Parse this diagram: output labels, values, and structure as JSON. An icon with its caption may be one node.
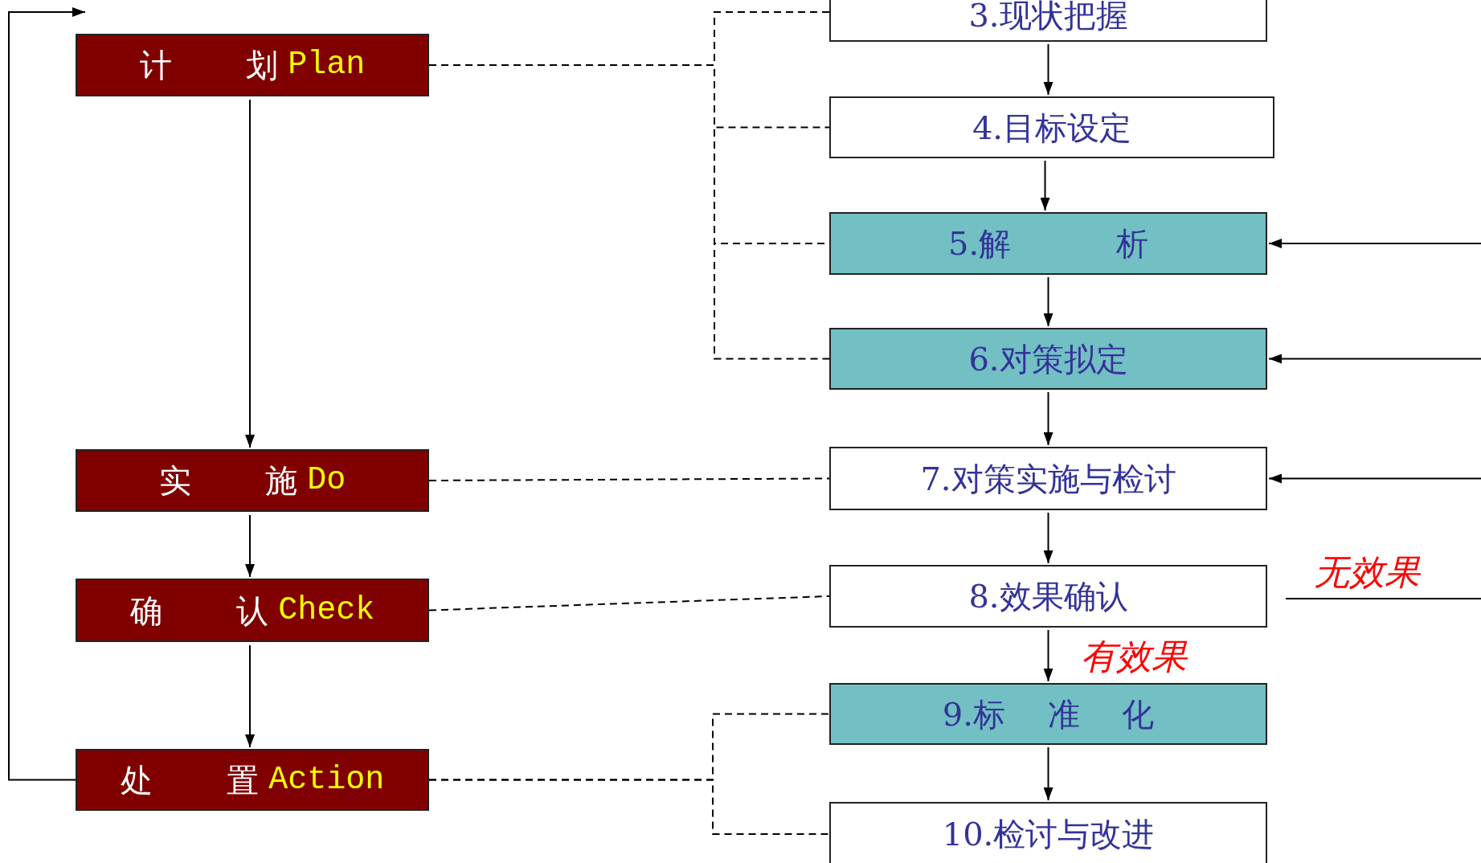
{
  "diagram": {
    "nodes": [
      {
        "text": [
          "计 划",
          "Plan"
        ]
      },
      {
        "text": [
          "实 施",
          "Do"
        ]
      },
      {
        "text": [
          "确 认",
          "Check"
        ]
      },
      {
        "text": [
          "处 置",
          "Action"
        ]
      },
      {
        "text": [
          "3.现状把握"
        ]
      },
      {
        "text": [
          "4.目标设定"
        ]
      },
      {
        "text": [
          "5.解 析"
        ]
      },
      {
        "text": [
          "6.对策拟定"
        ]
      },
      {
        "text": [
          "7.对策实施与检讨"
        ]
      },
      {
        "text": [
          "8.效果确认"
        ]
      },
      {
        "text": [
          "9.标 准 化"
        ]
      },
      {
        "text": [
          "10.检讨与改进"
        ]
      }
    ],
    "edges": [
      {
        "from": 0,
        "to": 1,
        "arrow": "to"
      },
      {
        "from": 1,
        "to": 2,
        "arrow": "to"
      },
      {
        "from": 2,
        "to": 3,
        "arrow": "to"
      },
      {
        "from": 3,
        "to": 0,
        "arrow": "to"
      },
      {
        "from": 0,
        "to": 4,
        "arrow": "none",
        "style": "dashed"
      },
      {
        "from": 0,
        "to": 5,
        "arrow": "none",
        "style": "dashed"
      },
      {
        "from": 0,
        "to": 6,
        "arrow": "none",
        "style": "dashed"
      },
      {
        "from": 0,
        "to": 7,
        "arrow": "none",
        "style": "dashed"
      },
      {
        "from": 1,
        "to": 8,
        "arrow": "none",
        "style": "dashed"
      },
      {
        "from": 2,
        "to": 9,
        "arrow": "none",
        "style": "dashed"
      },
      {
        "from": 3,
        "to": 10,
        "arrow": "none",
        "style": "dashed"
      },
      {
        "from": 3,
        "to": 11,
        "arrow": "none",
        "style": "dashed"
      },
      {
        "from": 4,
        "to": 5,
        "arrow": "to"
      },
      {
        "from": 5,
        "to": 6,
        "arrow": "to"
      },
      {
        "from": 6,
        "to": 7,
        "arrow": "to"
      },
      {
        "from": 7,
        "to": 8,
        "arrow": "to"
      },
      {
        "from": 8,
        "to": 9,
        "arrow": "to"
      },
      {
        "from": 9,
        "to": 10,
        "arrow": "to",
        "label": "有效果"
      },
      {
        "from": 10,
        "to": 11,
        "arrow": "to"
      },
      {
        "from": null,
        "to": 6,
        "arrow": "to"
      },
      {
        "from": null,
        "to": 7,
        "arrow": "to"
      },
      {
        "from": null,
        "to": 8,
        "arrow": "to"
      },
      {
        "from": 9,
        "to": null,
        "arrow": "none",
        "label": "无效果"
      }
    ]
  }
}
